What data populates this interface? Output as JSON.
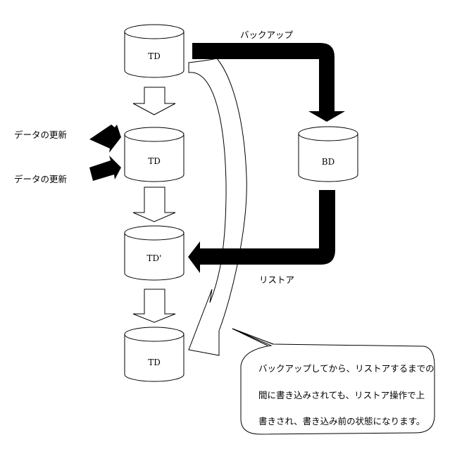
{
  "diagram": {
    "nodes": [
      {
        "id": "td-1",
        "label": "TD"
      },
      {
        "id": "td-2",
        "label": "TD"
      },
      {
        "id": "td-prime",
        "label": "TD'"
      },
      {
        "id": "td-4",
        "label": "TD"
      },
      {
        "id": "bd",
        "label": "BD"
      }
    ],
    "labels": {
      "backup": "バックアップ",
      "restore": "リストア",
      "update_1": "データの更新",
      "update_2": "データの更新"
    },
    "callout": {
      "lines": [
        "バックアップしてから、リストアするまでの",
        "間に書き込みされても、リストア操作で上",
        "書きされ、書き込み前の状態になります。"
      ]
    },
    "colors": {
      "stroke": "#000000",
      "fill": "#ffffff",
      "arrow": "#000000"
    }
  }
}
